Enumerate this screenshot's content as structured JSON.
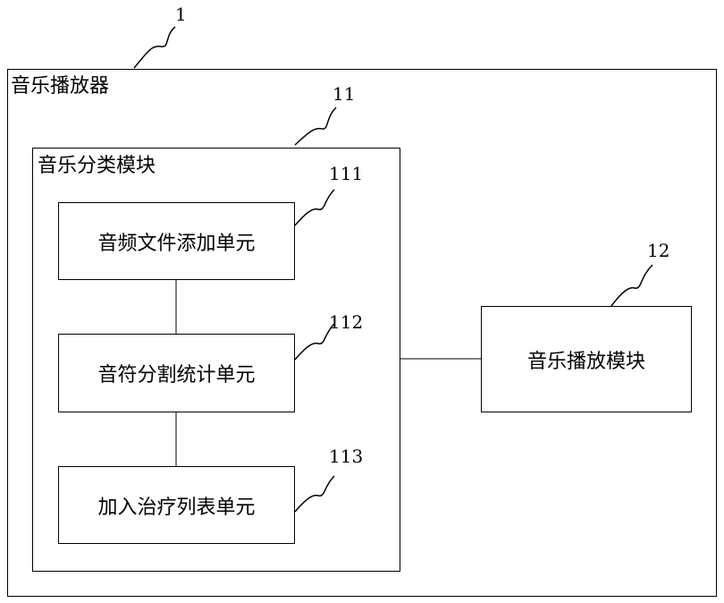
{
  "player": {
    "ref": "1",
    "title": "音乐播放器"
  },
  "classification_module": {
    "ref": "11",
    "title": "音乐分类模块",
    "units": [
      {
        "ref": "111",
        "label": "音频文件添加单元"
      },
      {
        "ref": "112",
        "label": "音符分割统计单元"
      },
      {
        "ref": "113",
        "label": "加入治疗列表单元"
      }
    ]
  },
  "playback_module": {
    "ref": "12",
    "label": "音乐播放模块"
  }
}
